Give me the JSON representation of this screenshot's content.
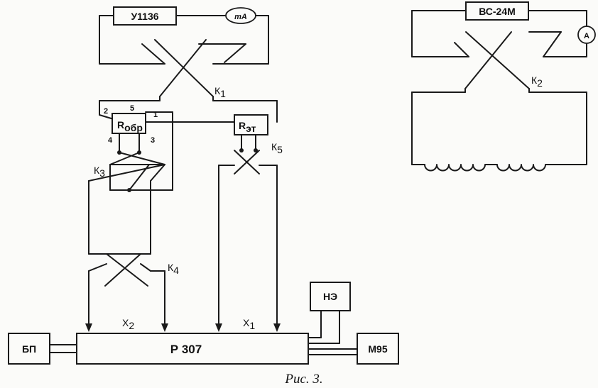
{
  "boxes": {
    "u1136": "У1136",
    "ma_meter": "mA",
    "bs24m": "ВС-24М",
    "ammeter": "A",
    "r_obr_main": "R",
    "r_obr_sub": "обр",
    "r_et_main": "R",
    "r_et_sub": "эт",
    "p307": "Р 307",
    "bp": "БП",
    "ne": "НЭ",
    "m95": "М95"
  },
  "switches": {
    "k1_main": "К",
    "k1_sub": "1",
    "k2_main": "К",
    "k2_sub": "2",
    "k3_main": "К",
    "k3_sub": "3",
    "k4_main": "К",
    "k4_sub": "4",
    "k5_main": "К",
    "k5_sub": "5"
  },
  "terminals": {
    "x1_main": "Х",
    "x1_sub": "1",
    "x2_main": "Х",
    "x2_sub": "2"
  },
  "pins": [
    "1",
    "2",
    "3",
    "4",
    "5"
  ],
  "caption": "Рис. 3."
}
